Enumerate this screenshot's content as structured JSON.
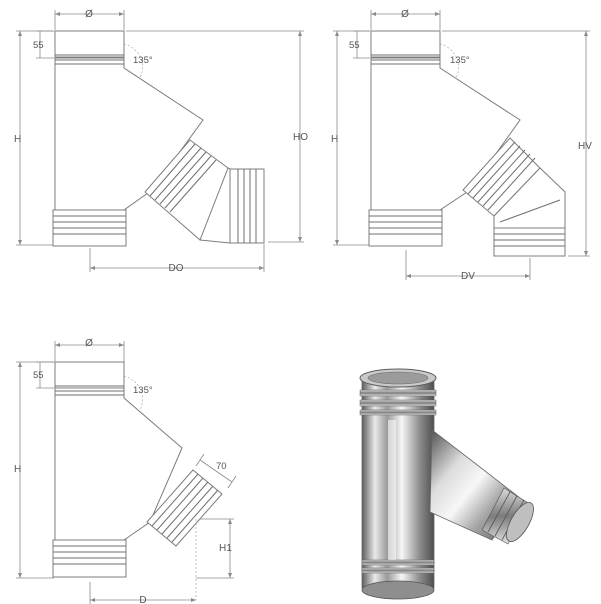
{
  "diagrams": {
    "top_left": {
      "diameter_label": "Ø",
      "dim_55": "55",
      "angle": "135°",
      "height": "H",
      "height_offset": "HO",
      "horizontal_offset": "DO"
    },
    "top_right": {
      "diameter_label": "Ø",
      "dim_55": "55",
      "angle": "135°",
      "height": "H",
      "height_vertical": "HV",
      "horizontal_vertical": "DV"
    },
    "bottom_left": {
      "diameter_label": "Ø",
      "dim_55": "55",
      "angle": "135°",
      "height": "H",
      "dim_70": "70",
      "height_branch": "H1",
      "branch_distance": "D"
    }
  },
  "colors": {
    "line": "#7d7d7d",
    "band_fill": "#cfcfcf",
    "steel_light": "#f2f2f2",
    "steel_dark": "#6b6b6b"
  }
}
